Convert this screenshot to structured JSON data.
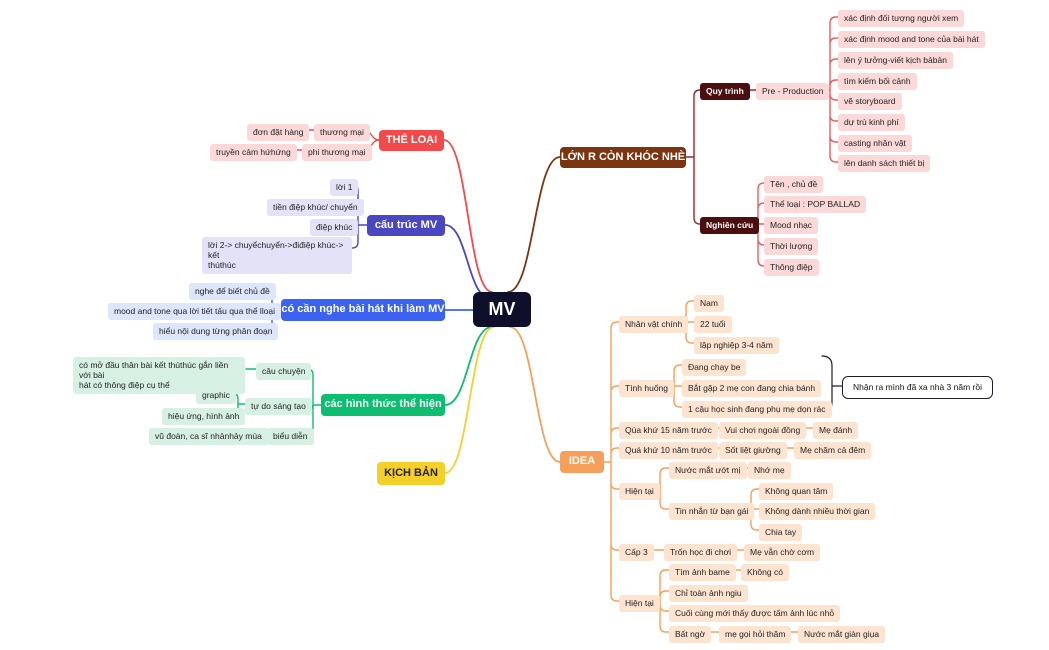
{
  "root": "MV",
  "branches": {
    "the_loai": {
      "label": "THỂ LOẠI",
      "color": "#f24a4a",
      "items": [
        {
          "label": "thương mại",
          "sub": "đơn đặt hàng"
        },
        {
          "label": "phi thương mại",
          "sub": "truyền cảm hứhứng"
        }
      ]
    },
    "cau_truc": {
      "label": "cấu trúc MV",
      "color": "#4b47c2",
      "items": [
        "lời 1",
        "tiền điệp khúc/ chuyển",
        "điệp khúc",
        "lời 2-> chuyểchuyển->điđiệp khúc-> kết",
        "thúthúc"
      ]
    },
    "co_can": {
      "label": "có cần nghe bài hát khi làm MV",
      "color": "#3c63f0",
      "items": [
        "nghe để biết chủ đề",
        "mood and tone qua lời tiết tấu qua thể lloại",
        "hiểu nội dung từng phân đoạn"
      ]
    },
    "hinh_thuc": {
      "label": "các hình thức thể hiện",
      "color": "#0dbd70",
      "cau_chuyen": {
        "label": "câu chuyện",
        "sub1": "có mở đầu thân bài kết thúthúc gắn liền với bài",
        "sub2": "hát có thông điệp cụ thể"
      },
      "tu_do": {
        "label": "tự do sáng tạo",
        "subs": [
          "graphic",
          "hiệu ứng, hình ảnh"
        ]
      },
      "bieu_dien": {
        "label": "biểu diễn",
        "sub": "vũ đoàn, ca sĩ nhảnhảy múa"
      }
    },
    "kich_ban": {
      "label": "KỊCH BẢN",
      "color": "#f5d02a"
    },
    "lon_r": {
      "label": "LỚN R CÒN KHÓC NHÈ",
      "color": "#7b3410",
      "quy_trinh": {
        "label": "Quy trình",
        "pre": "Pre - Production",
        "items": [
          "xác định đối tượng người xem",
          "xác định mood and tone của bài hát",
          "lên ý tưởng-viết kịch bảbản",
          "tìm kiếm bối cảnh",
          "vẽ storyboard",
          "dự trù kinh phí",
          "casting nhân vật",
          "lên danh sách thiết bị"
        ]
      },
      "nghien_cuu": {
        "label": "Nghiên cứu",
        "items": [
          "Tên , chủ đề",
          "Thể loại : POP BALLAD",
          "Mood nhạc",
          "Thời lượng",
          "Thông điệp"
        ]
      }
    },
    "idea": {
      "label": "IDEA",
      "color": "#f5a05a",
      "nhan_vat": {
        "label": "Nhân vật chính",
        "items": [
          "Nam",
          "22 tuổi",
          "lập nghiệp 3-4 năm"
        ]
      },
      "tinh_huong": {
        "label": "Tình huống",
        "items": [
          "Đang chạy be",
          "Bắt gặp 2 mẹ con đang chia bánh",
          "1 cậu học sinh đang phụ mẹ dọn rác"
        ],
        "callout": "Nhận ra mình đã xa nhà 3 năm rồi"
      },
      "qua_khu_15": {
        "label": "Qúa khứ 15 năm trước",
        "a": "Vui chơi ngoài đồng",
        "b": "Mẹ đánh"
      },
      "qua_khu_10": {
        "label": "Quá khứ 10 năm trước",
        "a": "Sốt liệt giường",
        "b": "Mẹ chăm cả đêm"
      },
      "hien_tai_1": {
        "label": "Hiện tại",
        "nuoc_mat": {
          "label": "Nước mắt ướt mị",
          "sub": "Nhớ mẹ"
        },
        "tin_nhan": {
          "label": "Tin nhắn từ bạn gái",
          "items": [
            "Không quan tâm",
            "Không dành nhiều thời gian",
            "Chia tay"
          ]
        }
      },
      "cap3": {
        "label": "Cấp 3",
        "a": "Trốn học đi chơi",
        "b": "Mẹ vẫn chờ cơm"
      },
      "hien_tai_2": {
        "label": "Hiện tại",
        "tim_anh": {
          "label": "Tìm ảnh bame",
          "sub": "Không có"
        },
        "chi_toan": "Chỉ toàn ảnh ngiu",
        "cuoi_cung": "Cuối cùng mới thấy được tấm ảnh lúc nhỏ",
        "bat_ngo": {
          "label": "Bất ngờ",
          "sub": "mẹ gọi hỏi thăm",
          "sub2": "Nước mắt giàn giụa"
        }
      }
    }
  }
}
